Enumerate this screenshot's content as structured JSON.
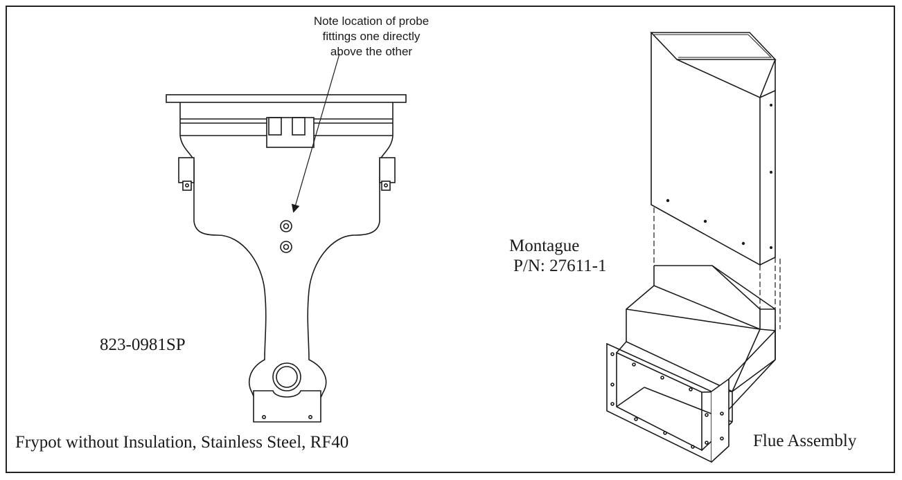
{
  "diagram": {
    "note": {
      "lines": [
        "Note location of probe",
        "fittings one directly",
        "above the other"
      ]
    },
    "frypot": {
      "part_number": "823-0981SP",
      "caption": "Frypot without Insulation, Stainless Steel, RF40"
    },
    "flue": {
      "brand": "Montague",
      "part_number": "P/N: 27611-1",
      "caption": "Flue Assembly"
    }
  },
  "colors": {
    "line": "#1a1a1a",
    "background": "#ffffff"
  }
}
